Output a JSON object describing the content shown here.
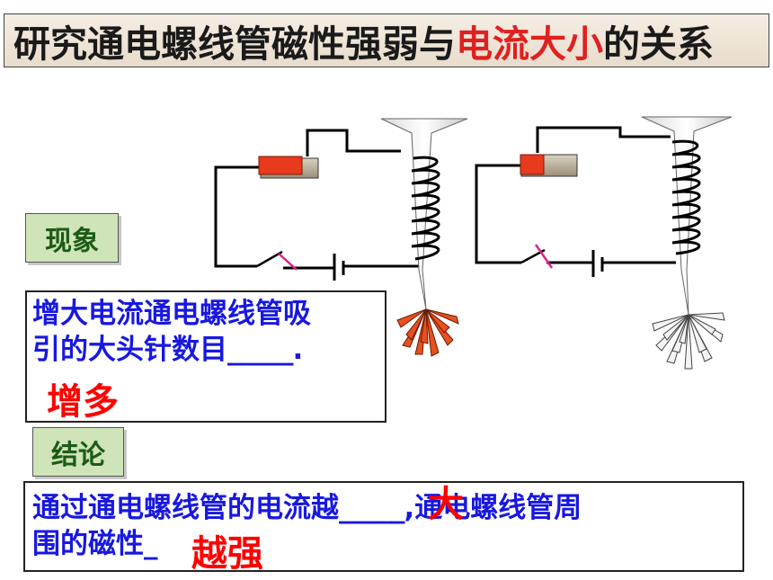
{
  "slide": {
    "title_prefix": "研究通电螺线管磁性强弱与",
    "title_highlight": "电流大小",
    "title_suffix": "的关系",
    "phenomenon_tag": "现象",
    "conclusion_tag": "结论",
    "phenomenon_text_line1": "增大电流通电螺线管吸",
    "phenomenon_text_line2": "引的大头针数目",
    "phenomenon_blank": "_____.",
    "phenomenon_answer": "增多",
    "conclusion_part1": "通过通电螺线管的电流越",
    "conclusion_blank1": "_____",
    "conclusion_part2": ",通电螺线管周",
    "conclusion_line2": "围的磁性",
    "conclusion_blank2": "_",
    "conclusion_answer1": "大",
    "conclusion_answer2": "越强"
  },
  "colors": {
    "title_highlight": "#e02020",
    "tag_fill": "#cfe4b8",
    "tag_text": "#1c5b16",
    "body_text": "#1818e0",
    "answer": "#ff0000",
    "rheostat_red": "#e83a1c",
    "switch_pink": "#e0208c"
  },
  "icons": [
    "rheostat-icon",
    "switch-icon",
    "battery-icon",
    "solenoid-coil-icon",
    "iron-core-icon",
    "pins-cluster-icon"
  ]
}
